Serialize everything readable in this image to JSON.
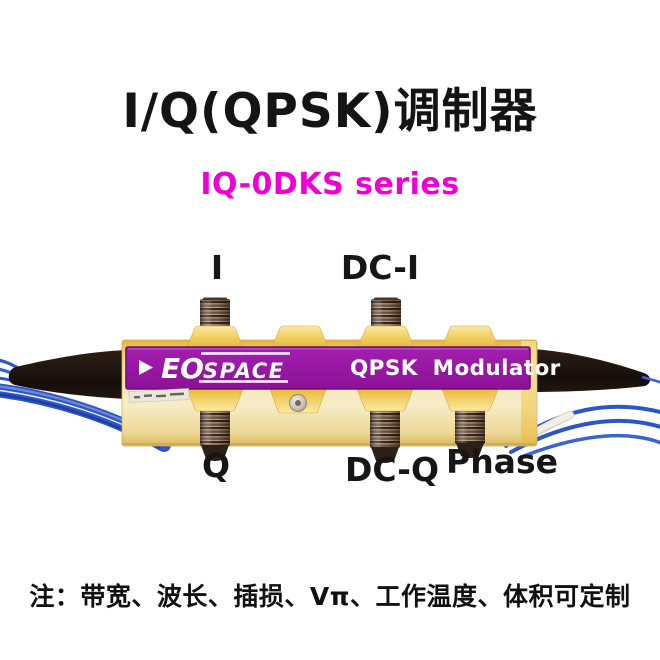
{
  "title": {
    "text": "I/Q(QPSK)调制器",
    "color": "#141414"
  },
  "subtitle": {
    "text": "IQ-0DKS series",
    "color": "#EE00D4"
  },
  "device": {
    "brand": {
      "arrow_icon": "triangle-right",
      "eo": "EO",
      "space": "SPACE"
    },
    "model_label": "QPSK Modulator",
    "ports": {
      "top": [
        {
          "label": "I"
        },
        {
          "label": "DC-I"
        }
      ],
      "bottom": [
        {
          "label": "Q"
        },
        {
          "label": "DC-Q"
        },
        {
          "label": "Phase"
        }
      ]
    },
    "colors": {
      "label_purple": "#9B17A3",
      "body_gold": "#EEC55A",
      "fiber_blue": "#2D55C6",
      "boot_black": "#1B120E"
    }
  },
  "note": {
    "text": "注：带宽、波长、插损、Vπ、工作温度、体积可定制"
  }
}
